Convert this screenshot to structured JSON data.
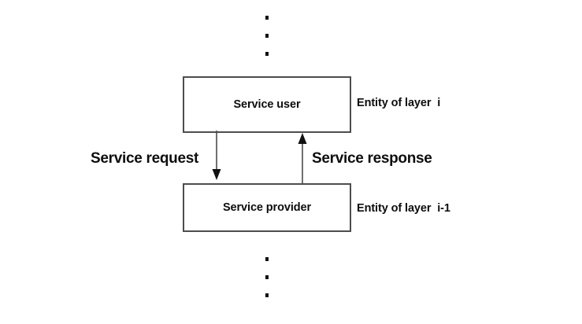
{
  "diagram": {
    "title": "Service user / service provider layering",
    "background_color": "#ffffff",
    "stroke_color": "#4d4d4d",
    "text_color": "#0d0d0d",
    "boxes": [
      {
        "id": "service-user",
        "label": "Service user",
        "caption": "Entity of layer  i"
      },
      {
        "id": "service-provider",
        "label": "Service provider",
        "caption": "Entity of layer  i-1"
      }
    ],
    "arrows": [
      {
        "id": "service-request",
        "label": "Service request",
        "direction": "down",
        "from": "service-user",
        "to": "service-provider"
      },
      {
        "id": "service-response",
        "label": "Service response",
        "direction": "up",
        "from": "service-provider",
        "to": "service-user"
      }
    ],
    "ellipsis": {
      "top_dots": 3,
      "bottom_dots": 3
    }
  }
}
